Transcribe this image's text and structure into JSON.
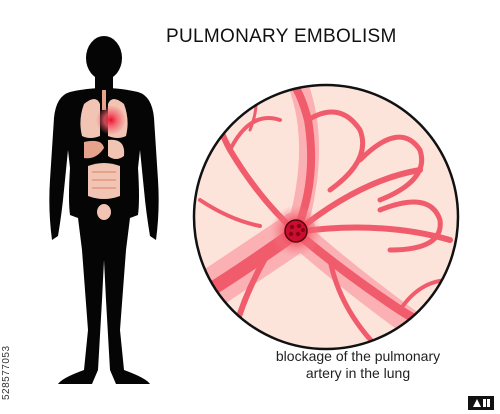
{
  "header": {
    "title": "PULMONARY EMBOLISM"
  },
  "inset": {
    "caption_line1": "blockage of the pulmonary",
    "caption_line2": "artery in the lung"
  },
  "watermark": {
    "id": "528577053"
  },
  "colors": {
    "silhouette": "#050505",
    "organs": "#f2c4b4",
    "organs_dark": "#e6a38c",
    "vessel": "#f05c6b",
    "vessel_light": "#fbb0b3",
    "clot": "#c8102e",
    "inset_bg": "#fde4db",
    "inset_border": "#111111"
  }
}
